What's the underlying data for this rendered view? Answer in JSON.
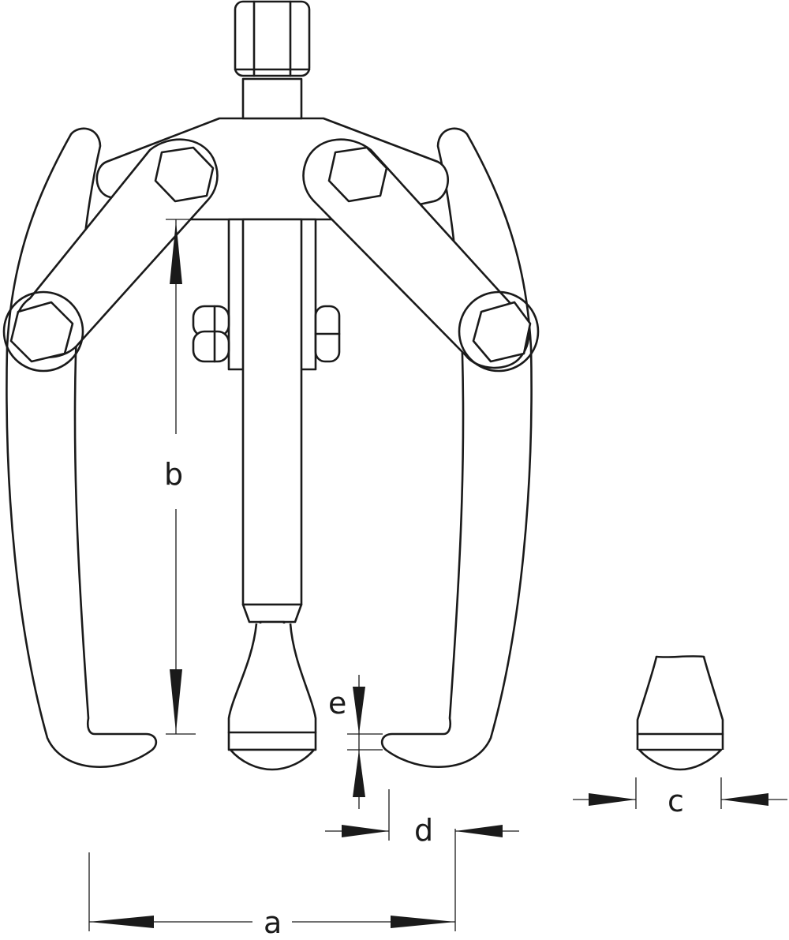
{
  "dimensions": {
    "a": "a",
    "b": "b",
    "c": "c",
    "d": "d",
    "e": "e"
  }
}
